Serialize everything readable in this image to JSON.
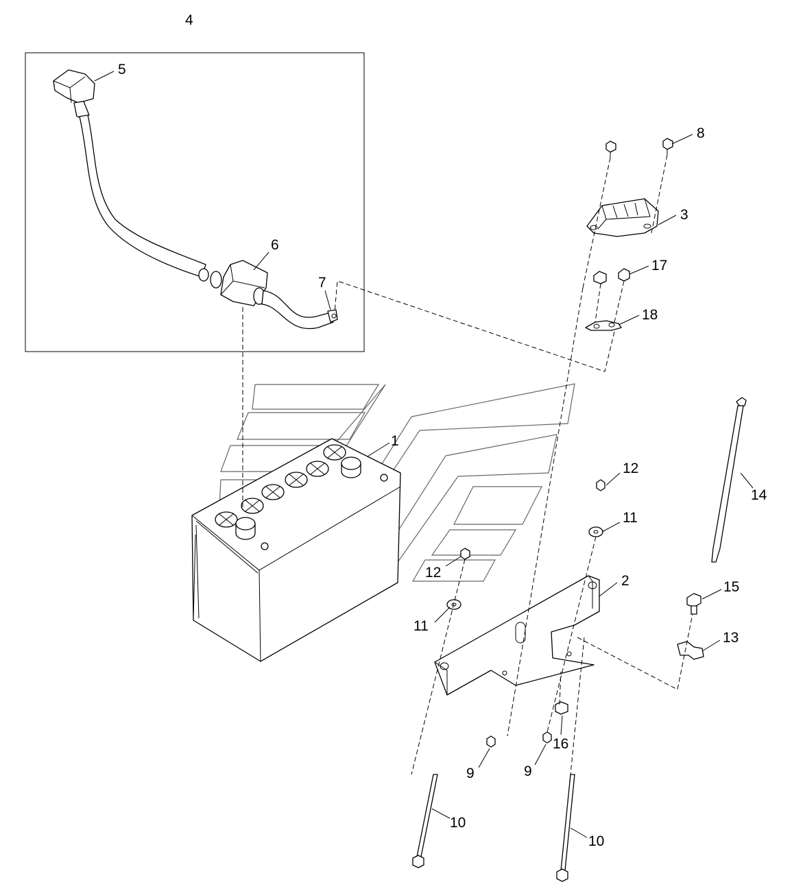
{
  "callouts": {
    "c1": "1",
    "c2": "2",
    "c3": "3",
    "c4": "4",
    "c5": "5",
    "c6": "6",
    "c7": "7",
    "c8": "8",
    "c9a": "9",
    "c9b": "9",
    "c10a": "10",
    "c10b": "10",
    "c11a": "11",
    "c11b": "11",
    "c12a": "12",
    "c12b": "12",
    "c13": "13",
    "c14": "14",
    "c15": "15",
    "c16": "16",
    "c17": "17",
    "c18": "18"
  },
  "colors": {
    "line": "#000000",
    "background": "#ffffff",
    "watermark": "#666666"
  }
}
